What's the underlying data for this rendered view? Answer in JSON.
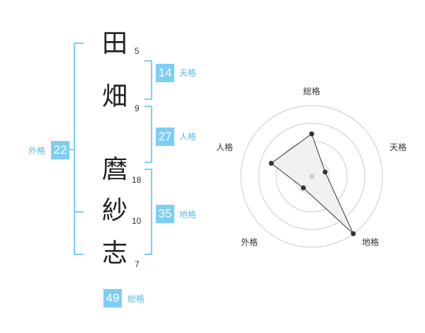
{
  "name_chars": [
    {
      "char": "田",
      "strokes": "5"
    },
    {
      "char": "畑",
      "strokes": "9"
    },
    {
      "char": "麿",
      "strokes": "18"
    },
    {
      "char": "紗",
      "strokes": "10"
    },
    {
      "char": "志",
      "strokes": "7"
    }
  ],
  "kakusu": {
    "tenkaku": {
      "label": "天格",
      "value": "14"
    },
    "jinkaku": {
      "label": "人格",
      "value": "27"
    },
    "chikaku": {
      "label": "地格",
      "value": "35"
    },
    "gaikaku": {
      "label": "外格",
      "value": "22"
    },
    "soukaku": {
      "label": "総格",
      "value": "49"
    }
  },
  "colors": {
    "accent": "#7ecdf4",
    "accent_text": "#5cb8e6",
    "radar_fill": "#f0f0f0",
    "radar_line": "#333333",
    "grid": "#cccccc"
  },
  "chart_data": {
    "type": "radar",
    "axes": [
      "総格",
      "天格",
      "地格",
      "外格",
      "人格"
    ],
    "values": [
      3,
      1,
      5,
      1,
      3
    ],
    "rmax": 5,
    "rings": 4,
    "grid": true
  }
}
